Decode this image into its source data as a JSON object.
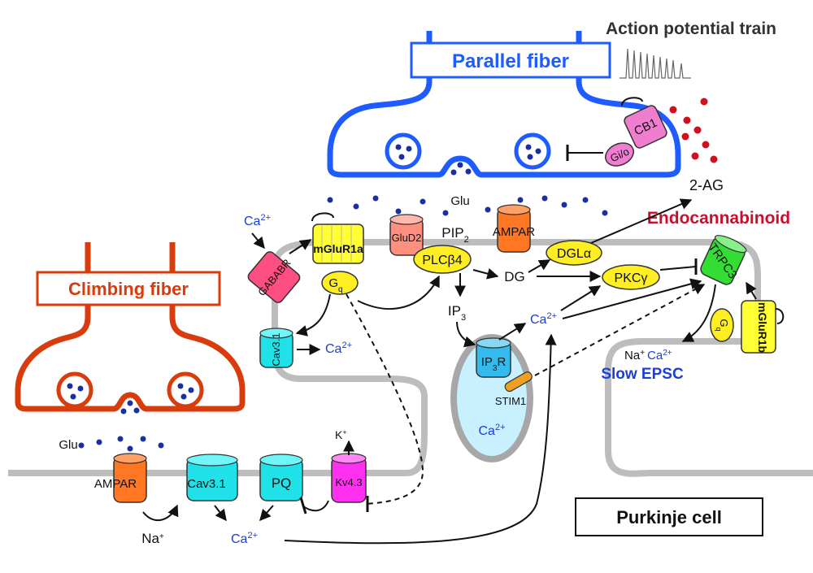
{
  "labels": {
    "action_potential_train": "Action potential train",
    "parallel_fiber": "Parallel fiber",
    "climbing_fiber": "Climbing fiber",
    "purkinje_cell": "Purkinje cell",
    "endocannabinoid": "Endocannabinoid",
    "two_ag": "2-AG",
    "glu_pf": "Glu",
    "glu_cf": "Glu",
    "cb1": "CB1",
    "gio": "Gi/o",
    "mglur1a": "mGluR1a",
    "mglur1b": "mGluR1b",
    "gababr": "GABABR",
    "glud2": "GluD2",
    "pip2": "PIP",
    "pip2_sub": "2",
    "ampar_top": "AMPAR",
    "ampar_bottom": "AMPAR",
    "plcb4": "PLCβ4",
    "dg": "DG",
    "dgla": "DGLα",
    "pkcg": "PKCγ",
    "trpc3": "TRPC3",
    "gq_left": "G",
    "gq_left_sub": "q",
    "gq_right": "G",
    "gq_right_sub": "q",
    "ip3": "IP",
    "ip3_sub": "3",
    "ip3r": "IP",
    "ip3r_sub": "3",
    "ip3r_r": "R",
    "stim1": "STIM1",
    "cav31_top": "Cav3.1",
    "cav31_bottom": "Cav3.1",
    "pq": "PQ",
    "kv43": "Kv4.3",
    "kplus": "K",
    "kplus_sup": "+",
    "naplus": "Na",
    "naplus_sup": "+",
    "slow_epsc": "Slow EPSC",
    "na_ca_na": "Na",
    "na_ca_na_sup": "+",
    "na_ca_ca": "Ca",
    "na_ca_ca_sup": "2+",
    "ca_sym": "Ca",
    "ca_sup": "2+"
  },
  "colors": {
    "parallel_fiber": "#1e5cff",
    "climbing_fiber": "#d83b0c",
    "membrane": "#bdbdbd",
    "endocannabinoid": "#c8102e",
    "cb1": "#f07ed0",
    "glu_dot": "#1a2fa0",
    "ag_dot": "#d0101e",
    "mglur": "#ffff33",
    "enzyme": "#ffee22",
    "cav": "#20e0e8",
    "ampar": "#ff7722",
    "kv": "#ff30f0",
    "trpc3": "#33dd33",
    "gaba": "#ff4f82",
    "glud2": "#ff9080",
    "er": "#c8f0ff",
    "ip3r": "#33bbee",
    "stim1": "#f0a020",
    "ca_text": "#1a3fd6"
  }
}
